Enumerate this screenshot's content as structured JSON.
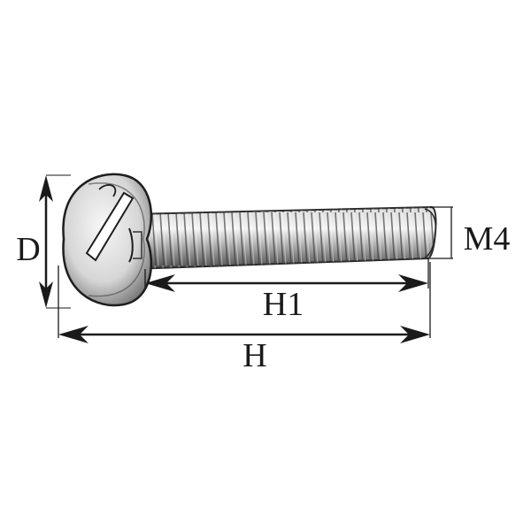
{
  "labels": {
    "head_diameter": "D",
    "thread_size": "M4",
    "thread_length": "H1",
    "total_length": "H"
  },
  "colors": {
    "ink": "#1a1a1a",
    "metal_light": "#f2f2f2",
    "metal_mid": "#bdbdbd",
    "metal_dark": "#5a5a5a"
  }
}
